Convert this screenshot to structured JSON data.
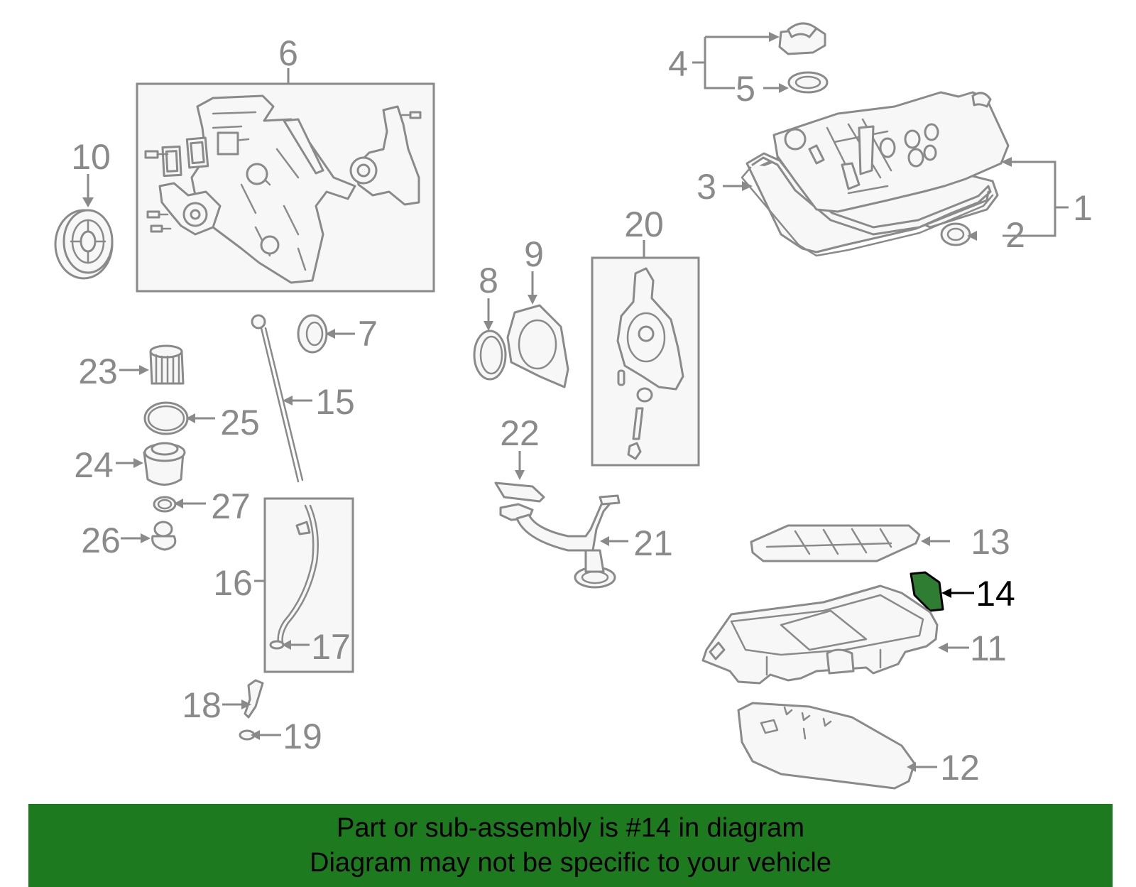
{
  "colors": {
    "line_gray": "#8a8a8a",
    "highlight_fill": "#2e7d32",
    "highlight_text": "#000000",
    "banner_bg": "#1e7a1e"
  },
  "callouts": [
    "1",
    "2",
    "3",
    "4",
    "5",
    "6",
    "7",
    "8",
    "9",
    "10",
    "11",
    "12",
    "13",
    "14",
    "15",
    "16",
    "17",
    "18",
    "19",
    "20",
    "21",
    "22",
    "23",
    "24",
    "25",
    "26",
    "27"
  ],
  "highlighted_part": "14",
  "banner": {
    "line1": "Part or sub-assembly is #14 in diagram",
    "line2": "Diagram may not be specific to your vehicle"
  }
}
